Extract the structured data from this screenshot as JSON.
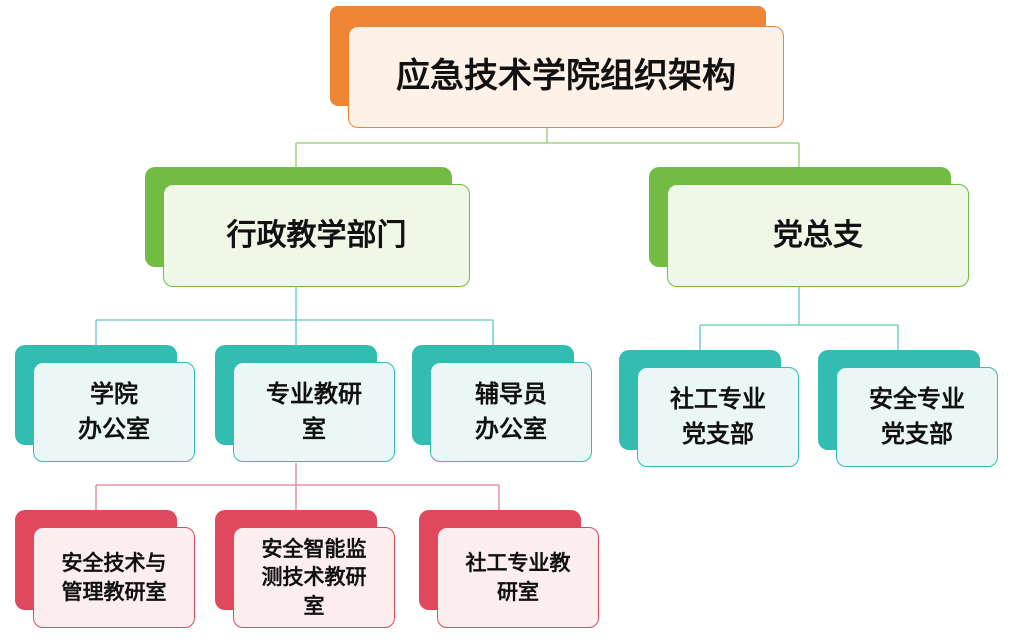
{
  "root": {
    "lines": [
      "应急技术学院组织架构"
    ]
  },
  "level1": [
    {
      "id": "admin",
      "lines": [
        "行政教学部门"
      ]
    },
    {
      "id": "party",
      "lines": [
        "党总支"
      ]
    }
  ],
  "admin_children": [
    {
      "id": "office",
      "lines": [
        "学院",
        "办公室"
      ]
    },
    {
      "id": "teaching",
      "lines": [
        "专业教研",
        "室"
      ]
    },
    {
      "id": "counselor",
      "lines": [
        "辅导员",
        "办公室"
      ]
    }
  ],
  "party_children": [
    {
      "id": "social-branch",
      "lines": [
        "社工专业",
        "党支部"
      ]
    },
    {
      "id": "safety-branch",
      "lines": [
        "安全专业",
        "党支部"
      ]
    }
  ],
  "teaching_children": [
    {
      "id": "safety-mgmt",
      "lines": [
        "安全技术与",
        "管理教研室"
      ]
    },
    {
      "id": "smart-monitor",
      "lines": [
        "安全智能监",
        "测技术教研",
        "室"
      ]
    },
    {
      "id": "social-work",
      "lines": [
        "社工专业教",
        "研室"
      ]
    }
  ],
  "colors": {
    "root": "#EE8535",
    "level1": "#72BC44",
    "level2": "#32BDB0",
    "level3": "#E0485E"
  }
}
